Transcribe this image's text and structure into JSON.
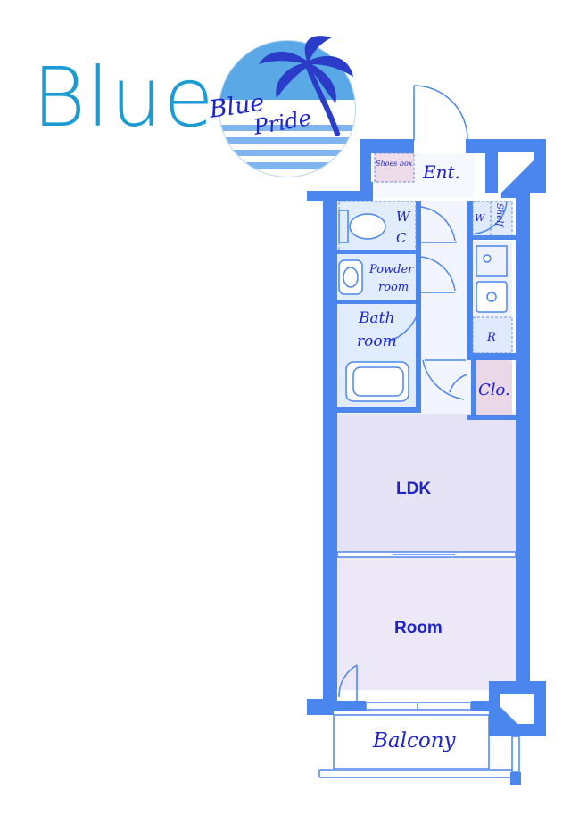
{
  "brand": {
    "word": "Blue"
  },
  "logo": {
    "line1": "Blue",
    "line2": "Pride"
  },
  "rooms": {
    "shoes_box": "Shoes box",
    "entrance": "Ent.",
    "wc_top": "W",
    "wc_bottom": "C",
    "washer": "W",
    "shelf": "Shelf",
    "powder_top": "Powder",
    "powder_bottom": "room",
    "bath_top": "Bath",
    "bath_bottom": "room",
    "fridge": "R",
    "closet": "Clo.",
    "ldk": "LDK",
    "room": "Room",
    "balcony": "Balcony"
  },
  "colors": {
    "brand": "#1b9ad4",
    "wall": "#4a86ee",
    "ldk_fill": "#e7e3f6",
    "room_fill": "#ece8f8",
    "wet_fill": "#e2ecff",
    "label": "#1c24c8",
    "closet_fill": "#ead8e8"
  }
}
